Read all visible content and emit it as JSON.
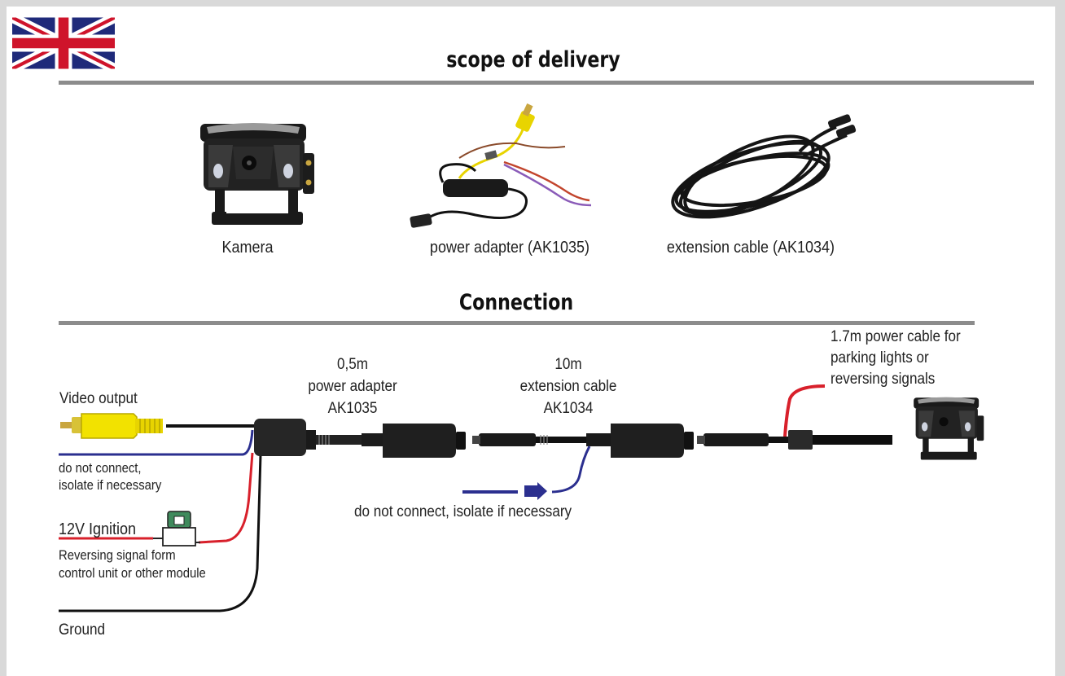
{
  "flag": {
    "icon": "uk-flag-icon"
  },
  "scope": {
    "title": "scope of delivery",
    "items": [
      {
        "caption": "Kamera",
        "icon": "camera-icon"
      },
      {
        "caption": "power adapter (AK1035)",
        "icon": "power-adapter-icon"
      },
      {
        "caption": "extension cable (AK1034)",
        "icon": "extension-cable-icon"
      }
    ]
  },
  "connection": {
    "title": "Connection",
    "video_output": "Video output",
    "dnc_left_1": "do not connect,",
    "dnc_left_2": "isolate if necessary",
    "ignition": "12V Ignition",
    "reversing_1": "Reversing signal form",
    "reversing_2": "control unit or other module",
    "ground": "Ground",
    "adapter_length": "0,5m",
    "adapter_name": "power adapter",
    "adapter_code": "AK1035",
    "cable_length": "10m",
    "cable_name": "extension cable",
    "cable_code": "AK1034",
    "dnc_center": "do not connect, isolate if necessary",
    "power_cable_1": "1.7m power cable for",
    "power_cable_2": "parking lights or",
    "power_cable_3": "reversing signals"
  },
  "colors": {
    "wire_blue": "#2b2f8f",
    "wire_red": "#d8202b",
    "wire_black": "#111111",
    "rca_yellow": "#f2e200",
    "fuse_green": "#3f8a5c",
    "rule_gray": "#8c8c8c"
  }
}
